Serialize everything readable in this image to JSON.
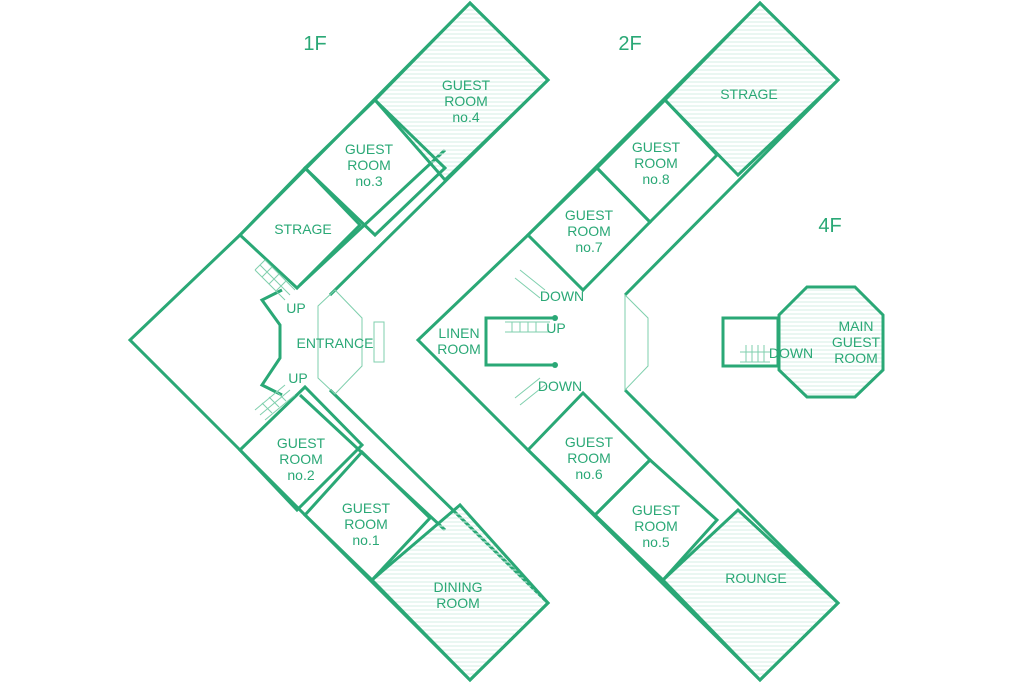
{
  "floors": {
    "f1": {
      "label": "1F",
      "rooms": {
        "guest4": [
          "GUEST",
          "ROOM",
          "no.4"
        ],
        "guest3": [
          "GUEST",
          "ROOM",
          "no.3"
        ],
        "strage": [
          "STRAGE"
        ],
        "entrance": [
          "ENTRANCE"
        ],
        "guest2": [
          "GUEST",
          "ROOM",
          "no.2"
        ],
        "guest1": [
          "GUEST",
          "ROOM",
          "no.1"
        ],
        "dining": [
          "DINING",
          "ROOM"
        ]
      },
      "up_top": "UP",
      "up_bottom": "UP"
    },
    "f2": {
      "label": "2F",
      "rooms": {
        "strage": [
          "STRAGE"
        ],
        "guest8": [
          "GUEST",
          "ROOM",
          "no.8"
        ],
        "guest7": [
          "GUEST",
          "ROOM",
          "no.7"
        ],
        "linen": [
          "LINEN",
          "ROOM"
        ],
        "guest6": [
          "GUEST",
          "ROOM",
          "no.6"
        ],
        "guest5": [
          "GUEST",
          "ROOM",
          "no.5"
        ],
        "rounge": [
          "ROUNGE"
        ]
      },
      "down_top": "DOWN",
      "up": "UP",
      "down_bottom": "DOWN"
    },
    "f4": {
      "label": "4F",
      "rooms": {
        "main": [
          "MAIN",
          "GUEST",
          "ROOM"
        ]
      },
      "down": "DOWN"
    }
  },
  "colors": {
    "wall": "#2aa876"
  }
}
